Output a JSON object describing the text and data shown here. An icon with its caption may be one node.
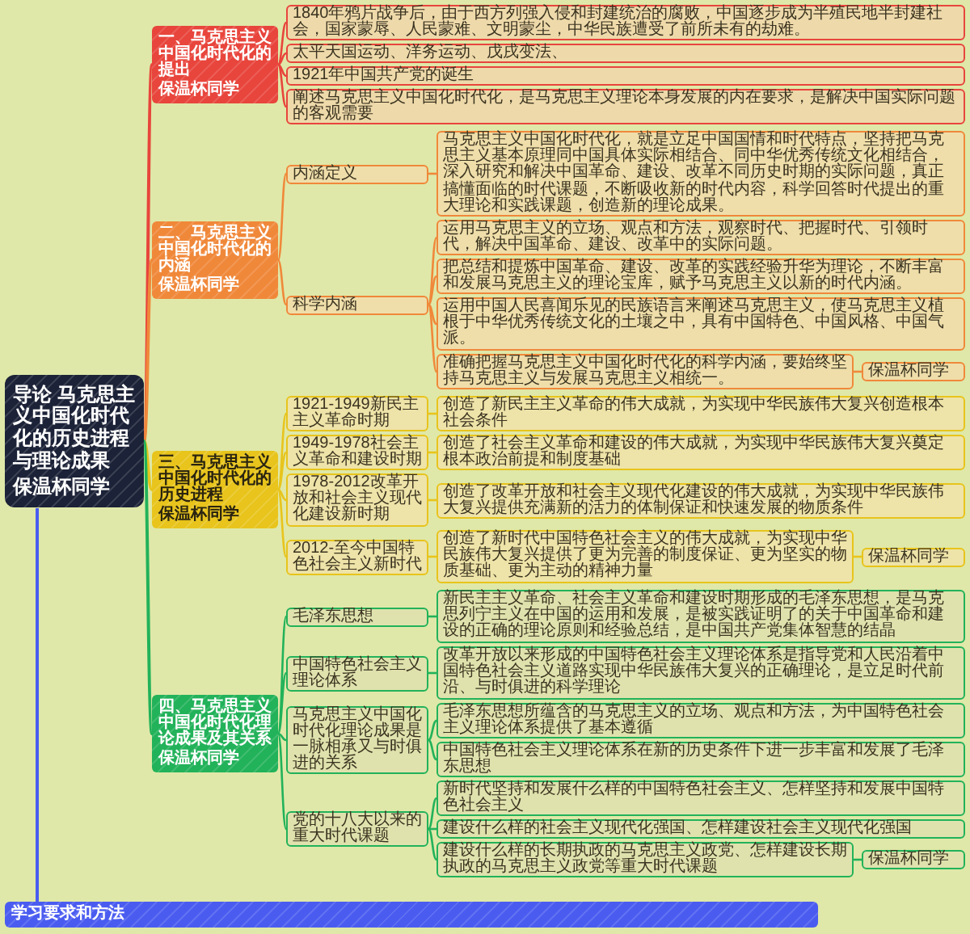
{
  "diagram": {
    "nodes": [
      {
        "text": [
          "导论 马克思主义中国化时代化的历史进程与理论成果",
          "保温杯同学"
        ]
      },
      {
        "text": [
          "一、马克思主义中国化时代化的提出",
          "保温杯同学"
        ]
      },
      {
        "text": [
          "1840年鸦片战争后，由于西方列强入侵和封建统治的腐败，中国逐步成为半殖民地半封建社会，国家蒙辱、人民蒙难、文明蒙尘，中华民族遭受了前所未有的劫难。"
        ]
      },
      {
        "text": [
          "太平天国运动、洋务运动、戊戌变法、"
        ]
      },
      {
        "text": [
          "1921年中国共产党的诞生"
        ]
      },
      {
        "text": [
          "阐述马克思主义中国化时代化，是马克思主义理论本身发展的内在要求，是解决中国实际问题的客观需要"
        ]
      },
      {
        "text": [
          "二、马克思主义中国化时代化的内涵",
          "保温杯同学"
        ]
      },
      {
        "text": [
          "内涵定义"
        ]
      },
      {
        "text": [
          "马克思主义中国化时代化，就是立足中国国情和时代特点，坚持把马克思主义基本原理同中国具体实际相结合、同中华优秀传统文化相结合，深入研究和解决中国革命、建设、改革不同历史时期的实际问题，真正搞懂面临的时代课题，不断吸收新的时代内容，科学回答时代提出的重大理论和实践课题，创造新的理论成果。"
        ]
      },
      {
        "text": [
          "科学内涵"
        ]
      },
      {
        "text": [
          "运用马克思主义的立场、观点和方法，观察时代、把握时代、引领时代，解决中国革命、建设、改革中的实际问题。"
        ]
      },
      {
        "text": [
          "把总结和提炼中国革命、建设、改革的实践经验升华为理论，不断丰富和发展马克思主义的理论宝库，赋予马克思主义以新的时代内涵。"
        ]
      },
      {
        "text": [
          "运用中国人民喜闻乐见的民族语言来阐述马克思主义，使马克思主义植根于中华优秀传统文化的土壤之中，具有中国特色、中国风格、中国气派。"
        ]
      },
      {
        "text": [
          "准确把握马克思主义中国化时代化的科学内涵，要始终坚持马克思主义与发展马克思主义相统一。"
        ]
      },
      {
        "text": [
          "保温杯同学"
        ]
      },
      {
        "text": [
          "三、马克思主义中国化时代化的历史进程",
          "保温杯同学"
        ]
      },
      {
        "text": [
          "1921-1949新民主主义革命时期"
        ]
      },
      {
        "text": [
          "创造了新民主主义革命的伟大成就，为实现中华民族伟大复兴创造根本社会条件"
        ]
      },
      {
        "text": [
          "1949-1978社会主义革命和建设时期"
        ]
      },
      {
        "text": [
          "创造了社会主义革命和建设的伟大成就，为实现中华民族伟大复兴奠定根本政治前提和制度基础"
        ]
      },
      {
        "text": [
          "1978-2012改革开放和社会主义现代化建设新时期"
        ]
      },
      {
        "text": [
          "创造了改革开放和社会主义现代化建设的伟大成就，为实现中华民族伟大复兴提供充满新的活力的体制保证和快速发展的物质条件"
        ]
      },
      {
        "text": [
          "2012-至今中国特色社会主义新时代"
        ]
      },
      {
        "text": [
          "创造了新时代中国特色社会主义的伟大成就，为实现中华民族伟大复兴提供了更为完善的制度保证、更为坚实的物质基础、更为主动的精神力量"
        ]
      },
      {
        "text": [
          "保温杯同学"
        ]
      },
      {
        "text": [
          "四、马克思主义中国化时代化理论成果及其关系",
          "保温杯同学"
        ]
      },
      {
        "text": [
          "毛泽东思想"
        ]
      },
      {
        "text": [
          "新民主主义革命、社会主义革命和建设时期形成的毛泽东思想，是马克思列宁主义在中国的运用和发展，是被实践证明了的关于中国革命和建设的正确的理论原则和经验总结，是中国共产党集体智慧的结晶"
        ]
      },
      {
        "text": [
          "中国特色社会主义理论体系"
        ]
      },
      {
        "text": [
          "改革开放以来形成的中国特色社会主义理论体系是指导党和人民沿着中国特色社会主义道路实现中华民族伟大复兴的正确理论，是立足时代前沿、与时俱进的科学理论"
        ]
      },
      {
        "text": [
          "马克思主义中国化时代化理论成果是一脉相承又与时俱进的关系"
        ]
      },
      {
        "text": [
          "毛泽东思想所蕴含的马克思主义的立场、观点和方法，为中国特色社会主义理论体系提供了基本遵循"
        ]
      },
      {
        "text": [
          "中国特色社会主义理论体系在新的历史条件下进一步丰富和发展了毛泽东思想"
        ]
      },
      {
        "text": [
          "党的十八大以来的重大时代课题"
        ]
      },
      {
        "text": [
          "新时代坚持和发展什么样的中国特色社会主义、怎样坚持和发展中国特色社会主义"
        ]
      },
      {
        "text": [
          "建设什么样的社会主义现代化强国、怎样建设社会主义现代化强国"
        ]
      },
      {
        "text": [
          "建设什么样的长期执政的马克思主义政党、怎样建设长期执政的马克思主义政党等重大时代课题"
        ]
      },
      {
        "text": [
          "保温杯同学"
        ]
      },
      {
        "text": [
          "学习要求和方法"
        ]
      }
    ],
    "edges": [
      {
        "from": 0,
        "to": 1,
        "arrow": "none",
        "color": "#e8453c"
      },
      {
        "from": 1,
        "to": 2,
        "arrow": "none",
        "color": "#e8453c"
      },
      {
        "from": 1,
        "to": 3,
        "arrow": "none",
        "color": "#e8453c"
      },
      {
        "from": 1,
        "to": 4,
        "arrow": "none",
        "color": "#e8453c"
      },
      {
        "from": 1,
        "to": 5,
        "arrow": "none",
        "color": "#e8453c"
      },
      {
        "from": 0,
        "to": 6,
        "arrow": "none",
        "color": "#f0883a"
      },
      {
        "from": 6,
        "to": 7,
        "arrow": "none",
        "color": "#f0883a"
      },
      {
        "from": 7,
        "to": 8,
        "arrow": "none",
        "color": "#f0883a"
      },
      {
        "from": 6,
        "to": 9,
        "arrow": "none",
        "color": "#f0883a"
      },
      {
        "from": 9,
        "to": 10,
        "arrow": "none",
        "color": "#f0883a"
      },
      {
        "from": 9,
        "to": 11,
        "arrow": "none",
        "color": "#f0883a"
      },
      {
        "from": 9,
        "to": 12,
        "arrow": "none",
        "color": "#f0883a"
      },
      {
        "from": 9,
        "to": 13,
        "arrow": "none",
        "color": "#f0883a"
      },
      {
        "from": 13,
        "to": 14,
        "arrow": "none",
        "color": "#f0883a"
      },
      {
        "from": 0,
        "to": 15,
        "arrow": "none",
        "color": "#e8c41c"
      },
      {
        "from": 15,
        "to": 16,
        "arrow": "none",
        "color": "#e8c41c"
      },
      {
        "from": 16,
        "to": 17,
        "arrow": "none",
        "color": "#e8c41c"
      },
      {
        "from": 15,
        "to": 18,
        "arrow": "none",
        "color": "#e8c41c"
      },
      {
        "from": 18,
        "to": 19,
        "arrow": "none",
        "color": "#e8c41c"
      },
      {
        "from": 15,
        "to": 20,
        "arrow": "none",
        "color": "#e8c41c"
      },
      {
        "from": 20,
        "to": 21,
        "arrow": "none",
        "color": "#e8c41c"
      },
      {
        "from": 15,
        "to": 22,
        "arrow": "none",
        "color": "#e8c41c"
      },
      {
        "from": 22,
        "to": 23,
        "arrow": "none",
        "color": "#e8c41c"
      },
      {
        "from": 23,
        "to": 24,
        "arrow": "none",
        "color": "#e8c41c"
      },
      {
        "from": 0,
        "to": 25,
        "arrow": "none",
        "color": "#22b25a"
      },
      {
        "from": 25,
        "to": 26,
        "arrow": "none",
        "color": "#22b25a"
      },
      {
        "from": 26,
        "to": 27,
        "arrow": "none",
        "color": "#22b25a"
      },
      {
        "from": 25,
        "to": 28,
        "arrow": "none",
        "color": "#22b25a"
      },
      {
        "from": 28,
        "to": 29,
        "arrow": "none",
        "color": "#22b25a"
      },
      {
        "from": 25,
        "to": 30,
        "arrow": "none",
        "color": "#22b25a"
      },
      {
        "from": 30,
        "to": 31,
        "arrow": "none",
        "color": "#22b25a"
      },
      {
        "from": 30,
        "to": 32,
        "arrow": "none",
        "color": "#22b25a"
      },
      {
        "from": 25,
        "to": 33,
        "arrow": "none",
        "color": "#22b25a"
      },
      {
        "from": 33,
        "to": 34,
        "arrow": "none",
        "color": "#22b25a"
      },
      {
        "from": 33,
        "to": 35,
        "arrow": "none",
        "color": "#22b25a"
      },
      {
        "from": 33,
        "to": 36,
        "arrow": "none",
        "color": "#22b25a"
      },
      {
        "from": 36,
        "to": 37,
        "arrow": "none",
        "color": "#22b25a"
      },
      {
        "from": 0,
        "to": 38,
        "arrow": "none",
        "color": "#4a5cf0"
      }
    ]
  }
}
